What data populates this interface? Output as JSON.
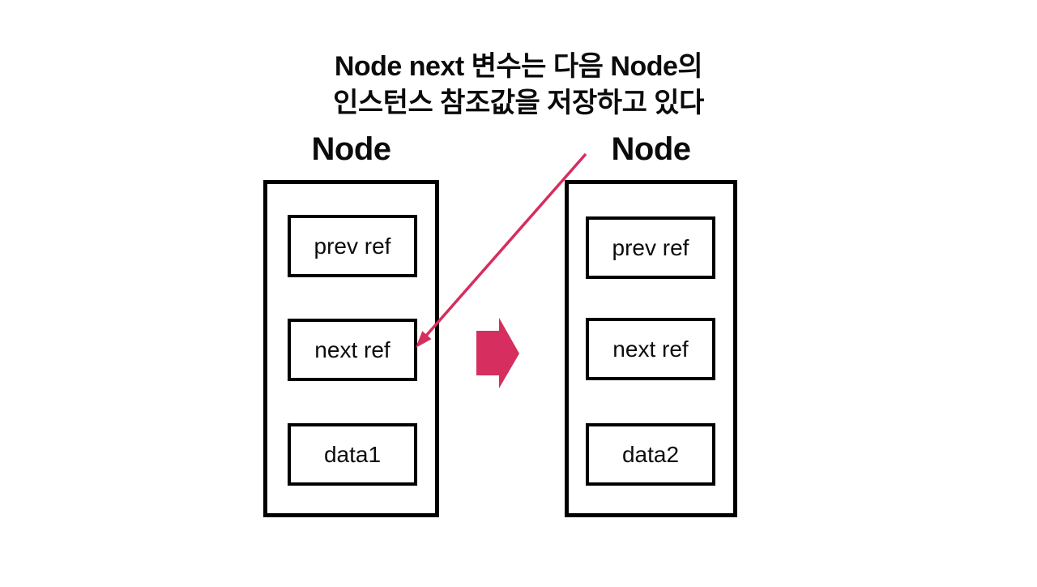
{
  "slide": {
    "caption_line1": "Node next 변수는 다음 Node의",
    "caption_line2": "인스턴스 참조값을 저장하고 있다"
  },
  "nodes": [
    {
      "title": "Node",
      "fields": [
        "prev ref",
        "next ref",
        "data1"
      ]
    },
    {
      "title": "Node",
      "fields": [
        "prev ref",
        "next ref",
        "data2"
      ]
    }
  ],
  "icons": {
    "reference_arrow": "diagonal-reference-arrow",
    "flow_arrow": "right-block-arrow"
  },
  "colors": {
    "accent_pink": "#d62e5e",
    "ink_black": "#000000",
    "background": "#ffffff"
  }
}
